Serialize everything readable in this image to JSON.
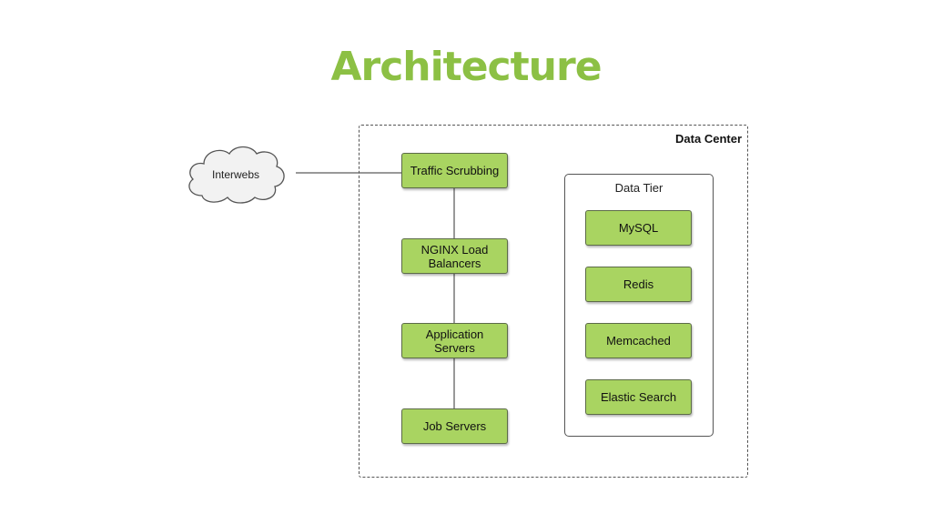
{
  "title": "Architecture",
  "cloud": {
    "label": "Interwebs"
  },
  "data_center": {
    "label": "Data Center"
  },
  "web_tier": [
    {
      "label": "Traffic Scrubbing"
    },
    {
      "label": "NGINX Load Balancers"
    },
    {
      "label": "Application Servers"
    },
    {
      "label": "Job Servers"
    }
  ],
  "data_tier": {
    "label": "Data Tier",
    "items": [
      {
        "label": "MySQL"
      },
      {
        "label": "Redis"
      },
      {
        "label": "Memcached"
      },
      {
        "label": "Elastic Search"
      }
    ]
  },
  "colors": {
    "title": "#8cc044",
    "node_fill": "#a9d461",
    "node_border": "#5c6b48"
  }
}
